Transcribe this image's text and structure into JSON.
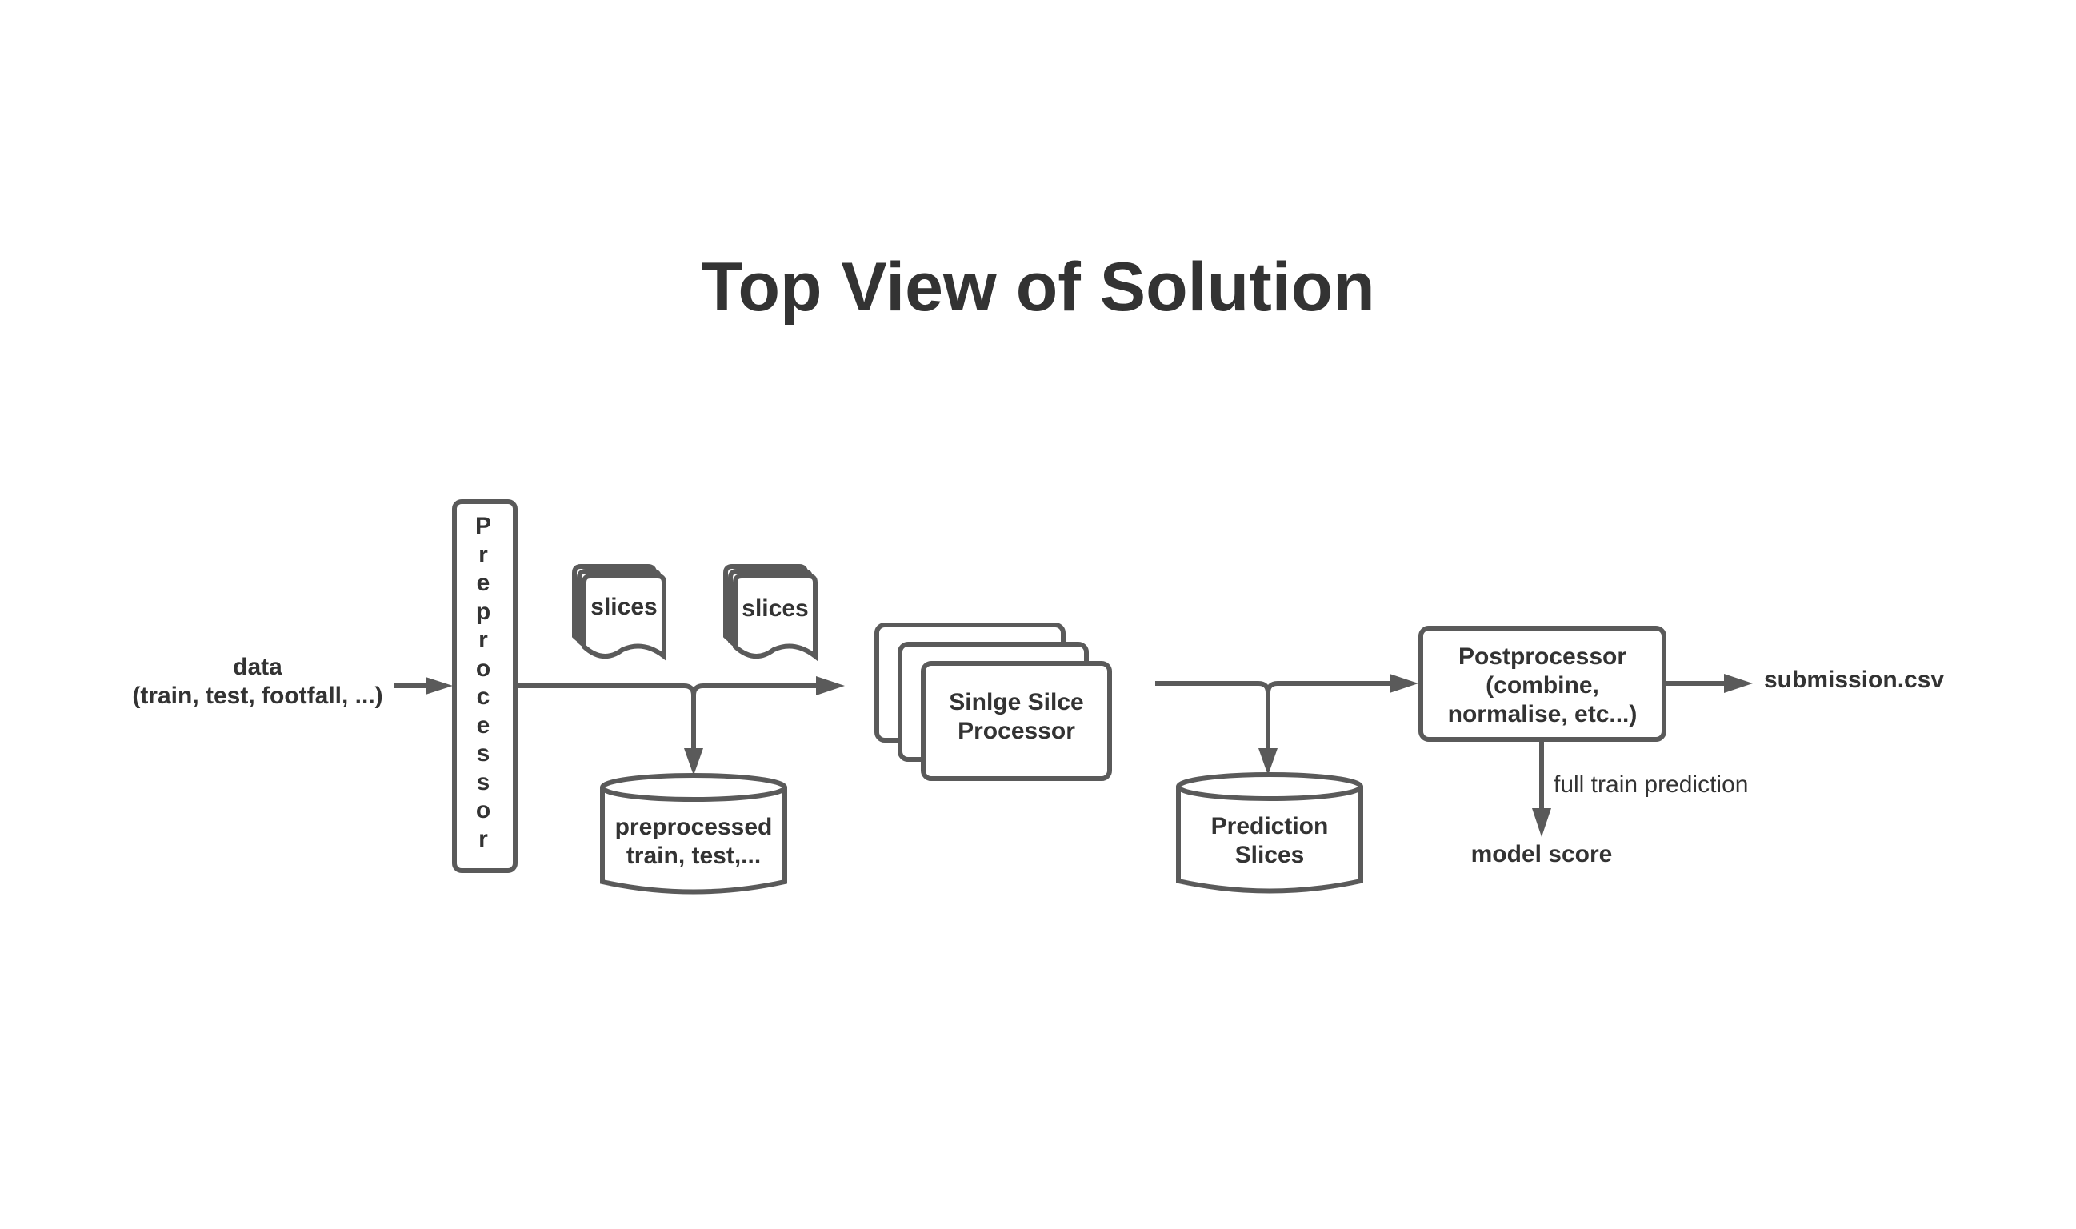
{
  "title": "Top View of Solution",
  "input": {
    "line1": "data",
    "line2": "(train, test, footfall, ...)"
  },
  "preprocessor": {
    "label": "Preprocessor",
    "letters": [
      "P",
      "r",
      "e",
      "p",
      "r",
      "o",
      "c",
      "e",
      "s",
      "s",
      "o",
      "r"
    ]
  },
  "slices_docs": [
    "slices",
    "slices"
  ],
  "preprocessed_store": {
    "line1": "preprocessed",
    "line2": "train, test,..."
  },
  "single_slice_processor": {
    "line1": "Sinlge Silce",
    "line2": "Processor"
  },
  "prediction_store": {
    "line1": "Prediction",
    "line2": "Slices"
  },
  "postprocessor": {
    "line1": "Postprocessor",
    "line2": "(combine,",
    "line3": "normalise, etc...)"
  },
  "output": "submission.csv",
  "branch_label": "full train prediction",
  "score_label": "model score",
  "colors": {
    "stroke": "#5a5a5a",
    "text": "#333333",
    "background": "#ffffff"
  }
}
